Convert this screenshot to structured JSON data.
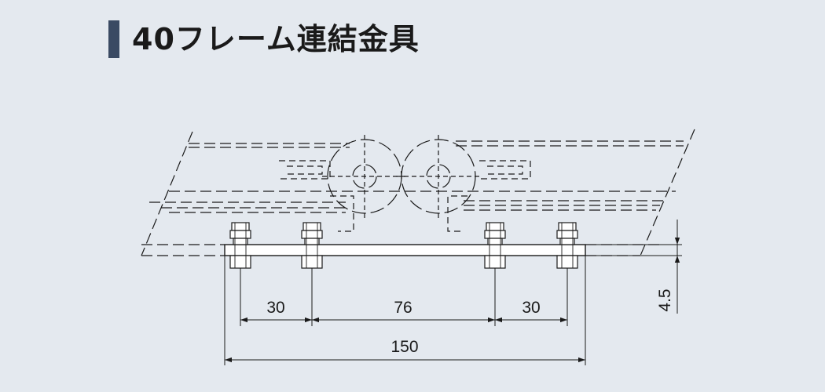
{
  "title": "40フレーム連結金具",
  "dimensions": {
    "pitch_left": "30",
    "pitch_center": "76",
    "pitch_right": "30",
    "overall_length": "150",
    "thickness": "4.5"
  },
  "colors": {
    "background": "#e4e9ef",
    "title_accent": "#3a4a63",
    "line": "#1a1a1a"
  }
}
